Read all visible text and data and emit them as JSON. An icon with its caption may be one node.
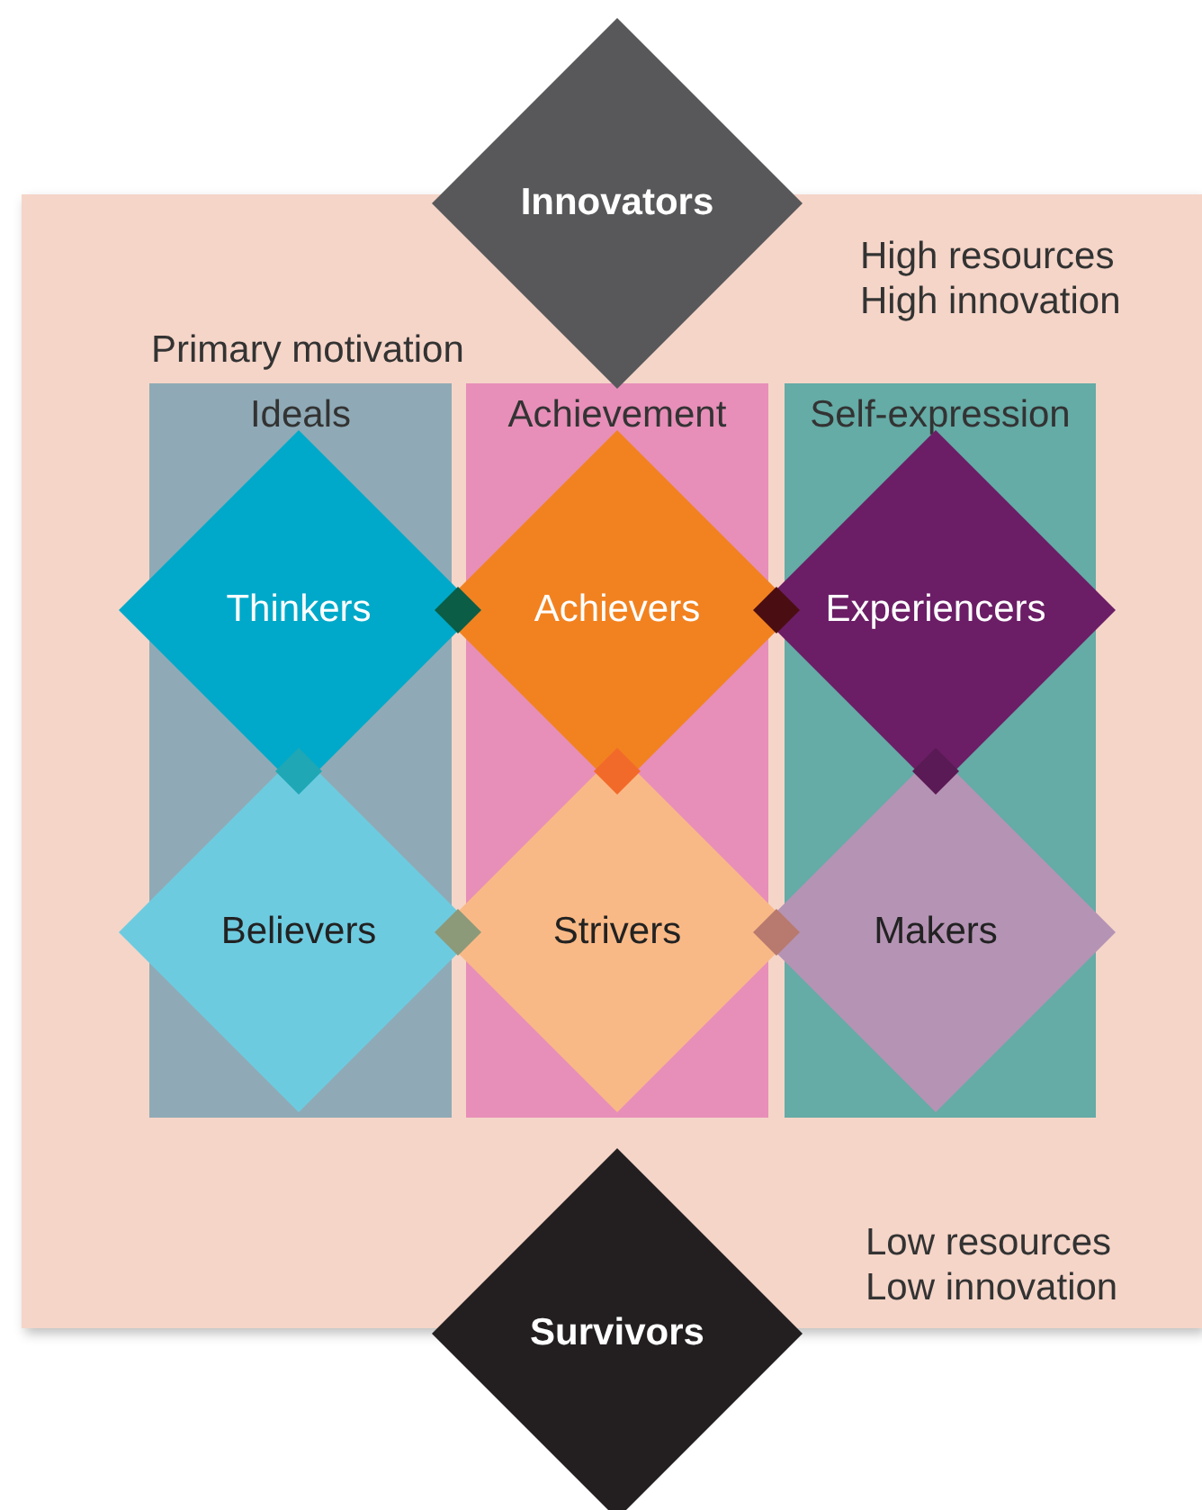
{
  "diagram": {
    "nodes": [
      {
        "text": [
          "Innovators"
        ]
      },
      {
        "text": [
          "Ideals"
        ]
      },
      {
        "text": [
          "Achievement"
        ]
      },
      {
        "text": [
          "Self-expression"
        ]
      },
      {
        "text": [
          "Thinkers"
        ]
      },
      {
        "text": [
          "Achievers"
        ]
      },
      {
        "text": [
          "Experiencers"
        ]
      },
      {
        "text": [
          "Believers"
        ]
      },
      {
        "text": [
          "Strivers"
        ]
      },
      {
        "text": [
          "Makers"
        ]
      },
      {
        "text": [
          "Survivors"
        ]
      }
    ],
    "edges": [],
    "labels": [
      "High resources High innovation",
      "Primary motivation",
      "Low resources Low innovation"
    ]
  }
}
